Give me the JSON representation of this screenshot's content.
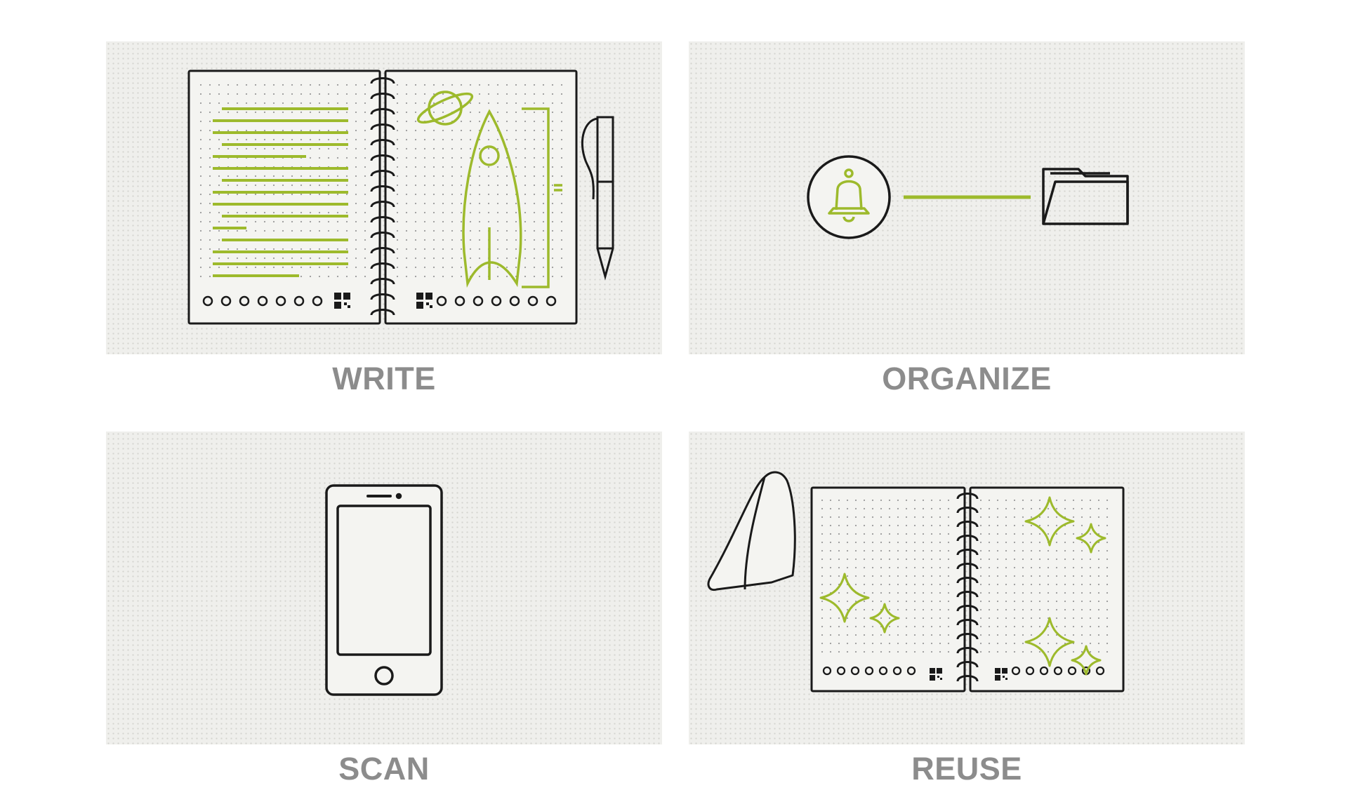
{
  "steps": [
    {
      "label": "WRITE"
    },
    {
      "label": "ORGANIZE"
    },
    {
      "label": "SCAN"
    },
    {
      "label": "REUSE"
    }
  ],
  "colors": {
    "accent": "#9dba2c",
    "outline": "#1a1a1a",
    "panel_bg": "#efefec",
    "caption": "#8c8c8c"
  },
  "icons": [
    "notebook-icon",
    "pen-icon",
    "planet-icon",
    "rocket-icon",
    "bell-icon",
    "folder-icon",
    "smartphone-icon",
    "cloth-icon",
    "sparkle-icon",
    "qr-code-icon"
  ]
}
